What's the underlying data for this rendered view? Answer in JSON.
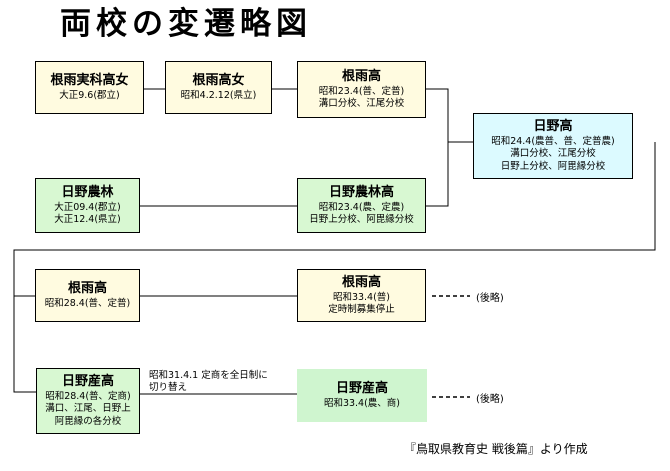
{
  "title": "両校の変遷略図",
  "boxes": {
    "nemuro_jikka": {
      "name": "根雨実科高女",
      "lines": [
        "大正9.6(郡立)"
      ]
    },
    "nemuro_kojo": {
      "name": "根雨高女",
      "lines": [
        "昭和4.2.12(県立)"
      ]
    },
    "nemuro_ko_1948": {
      "name": "根雨高",
      "lines": [
        "昭和23.4(普、定普)",
        "溝口分校、江尾分校"
      ]
    },
    "hino_ko": {
      "name": "日野高",
      "lines": [
        "昭和24.4(農普、普、定普農)",
        "溝口分校、江尾分校",
        "日野上分校、阿毘縁分校"
      ]
    },
    "hino_norin": {
      "name": "日野農林",
      "lines": [
        "大正09.4(郡立)",
        "大正12.4(県立)"
      ]
    },
    "hino_norin_ko": {
      "name": "日野農林高",
      "lines": [
        "昭和23.4(農、定農)",
        "日野上分校、阿毘縁分校"
      ]
    },
    "nemuro_ko_1953": {
      "name": "根雨高",
      "lines": [
        "昭和28.4(普、定普)"
      ]
    },
    "nemuro_ko_1958": {
      "name": "根雨高",
      "lines": [
        "昭和33.4(普)",
        "定時制募集停止"
      ]
    },
    "hino_sangyo_1953": {
      "name": "日野産高",
      "lines": [
        "昭和28.4(普、定商)",
        "溝口、江尾、日野上",
        "阿毘縁の各分校"
      ]
    },
    "hino_sangyo_1958": {
      "name": "日野産高",
      "lines": [
        "昭和33.4(農、商)"
      ]
    }
  },
  "transition_note": [
    "昭和31.4.1 定商を全日制に",
    "切り替え"
  ],
  "omitted_1": "(後略)",
  "omitted_2": "(後略)",
  "source": "『鳥取県教育史 戦後篇』より作成",
  "colors": {
    "cream": "#fffbe0",
    "green": "#d8f8d2",
    "cyan": "#dcfaff",
    "line": "#000000"
  }
}
